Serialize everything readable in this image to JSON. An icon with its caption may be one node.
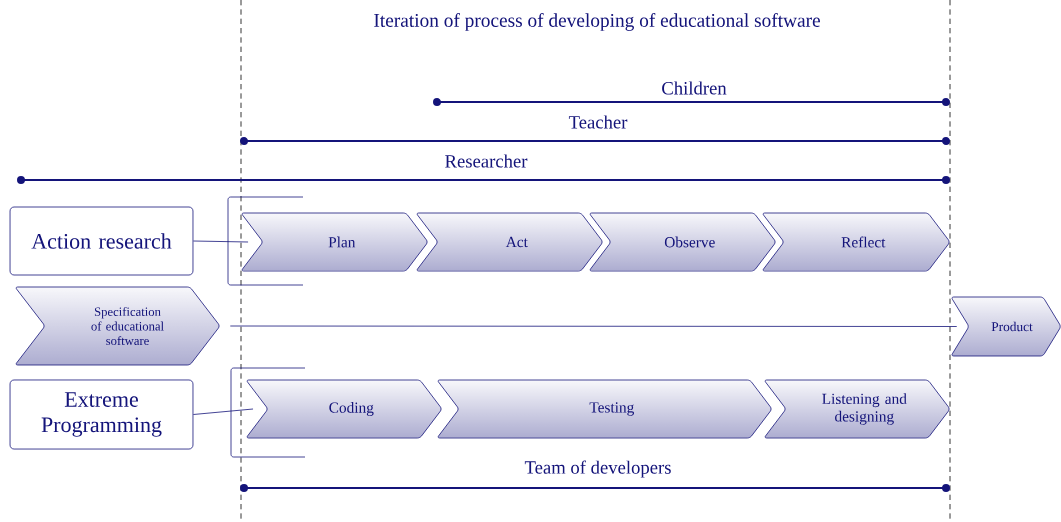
{
  "diagram": {
    "title": "Iteration of process of developing of educational software",
    "nodes": [
      {
        "text": [
          "Action research"
        ]
      },
      {
        "text": [
          "Plan"
        ]
      },
      {
        "text": [
          "Act"
        ]
      },
      {
        "text": [
          "Observe"
        ]
      },
      {
        "text": [
          "Reflect"
        ]
      },
      {
        "text": [
          "Specification of educational software"
        ]
      },
      {
        "text": [
          "Product"
        ]
      },
      {
        "text": [
          "Extreme Programming"
        ]
      },
      {
        "text": [
          "Coding"
        ]
      },
      {
        "text": [
          "Testing"
        ]
      },
      {
        "text": [
          "Listening and designing"
        ]
      }
    ],
    "edges": [
      {
        "from": 0,
        "to": 1,
        "arrow": "none"
      },
      {
        "from": 5,
        "to": 6,
        "arrow": "none"
      },
      {
        "from": 7,
        "to": 8,
        "arrow": "none"
      }
    ],
    "labels": [
      "Children",
      "Teacher",
      "Researcher",
      "Team of developers"
    ]
  }
}
